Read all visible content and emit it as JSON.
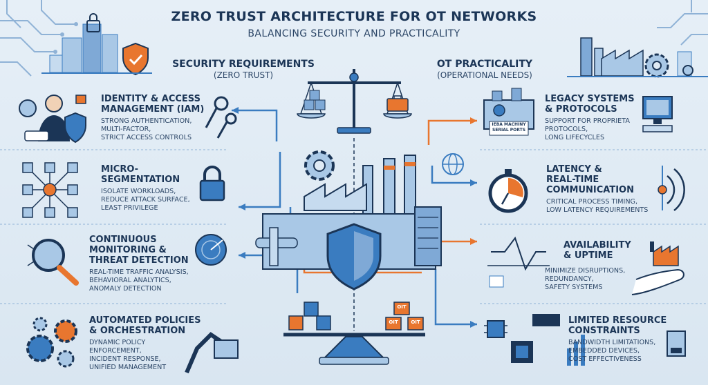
{
  "title": "Zero Trust Architecture for OT Networks",
  "subtitle": "Balancing Security and Practicality",
  "columns": {
    "left": {
      "title": "Security Requirements",
      "subtitle": "(Zero Trust)"
    },
    "right": {
      "title": "OT Practicality",
      "subtitle": "(Operational Needs)"
    }
  },
  "left_items": [
    {
      "heading": [
        "Identity & Access",
        "Management (IAM)"
      ],
      "desc": [
        "Strong Authentication,",
        "Multi-Factor,",
        "Strict Access Controls"
      ],
      "icon": "user-shield-icon"
    },
    {
      "heading": [
        "Micro-",
        "Segmentation"
      ],
      "desc": [
        "Isolate Workloads,",
        "Reduce Attack Surface,",
        "Least Privilege"
      ],
      "icon": "network-grid-icon"
    },
    {
      "heading": [
        "Continuous",
        "Monitoring &",
        "Threat Detection"
      ],
      "desc": [
        "Real-Time Traffic Analysis,",
        "Behavioral Analytics,",
        "Anomaly Detection"
      ],
      "icon": "magnifier-icon"
    },
    {
      "heading": [
        "Automated Policies",
        "& Orchestration"
      ],
      "desc": [
        "Dynamic Policy",
        "Enforcement,",
        "Incident Response,",
        "Unified Management"
      ],
      "icon": "gears-icon"
    }
  ],
  "right_items": [
    {
      "heading": [
        "Legacy Systems",
        "& Protocols"
      ],
      "desc": [
        "Support for Proprieta",
        "Protocols,",
        "Long Lifecycles"
      ],
      "icon": "computer-icon"
    },
    {
      "heading": [
        "Latency &",
        "Real-Time",
        "Communication"
      ],
      "desc": [
        "Critical Process Timing,",
        "Low Latency Requirements"
      ],
      "icon": "stopwatch-icon"
    },
    {
      "heading": [
        "Availability",
        "& Uptime"
      ],
      "desc": [
        "Minimize Disruptions,",
        "Redundancy,",
        "Safety Systems"
      ],
      "icon": "hand-factory-icon"
    },
    {
      "heading": [
        "Limited Resource",
        "Constraints"
      ],
      "desc": [
        "Bandwidth Limitations,",
        "Embedded Devices,",
        "Cost Effectiveness"
      ],
      "icon": "chip-icon"
    }
  ],
  "labels": {
    "machine_plate": [
      "IEBA Machiny",
      "Serial Ports"
    ],
    "crate": "OIT"
  },
  "colors": {
    "navy": "#1b3556",
    "blue": "#3a7cc0",
    "light_blue": "#a9c8e6",
    "orange": "#e8762f",
    "background": "#dfeaf4"
  }
}
